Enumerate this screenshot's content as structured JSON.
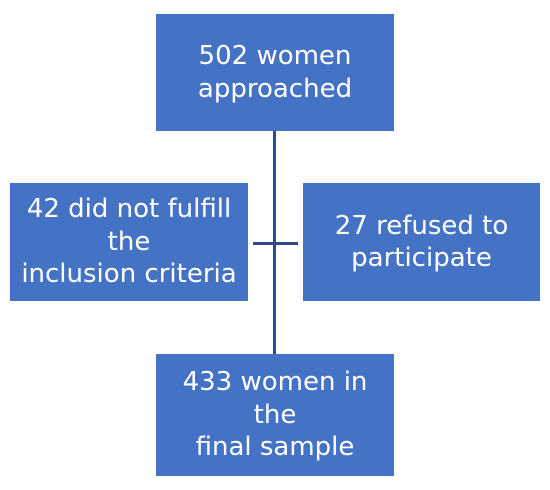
{
  "diagram": {
    "colors": {
      "box_fill": "#4472c4",
      "box_text": "#ffffff",
      "connector": "#2e4a8a"
    },
    "nodes": {
      "top": {
        "label": "502 women\napproached"
      },
      "left": {
        "label": "42 did not fulfill\nthe\ninclusion criteria"
      },
      "right": {
        "label": "27 refused to\nparticipate"
      },
      "bottom": {
        "label": "433 women in the\nfinal sample"
      }
    }
  }
}
